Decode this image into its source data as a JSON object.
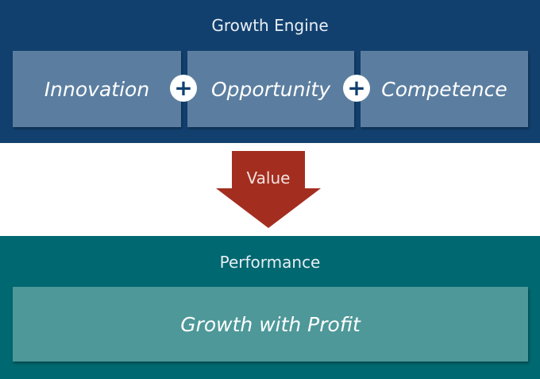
{
  "growth_engine": {
    "title": "Growth Engine",
    "items": [
      "Innovation",
      "Opportunity",
      "Competence"
    ],
    "connector": "+"
  },
  "arrow": {
    "label": "Value"
  },
  "performance": {
    "title": "Performance",
    "result": "Growth with Profit"
  },
  "colors": {
    "engine": "#12406e",
    "engine_box": "#5b7ea0",
    "arrow": "#a32e20",
    "performance": "#006870",
    "performance_box": "#4e9899"
  }
}
